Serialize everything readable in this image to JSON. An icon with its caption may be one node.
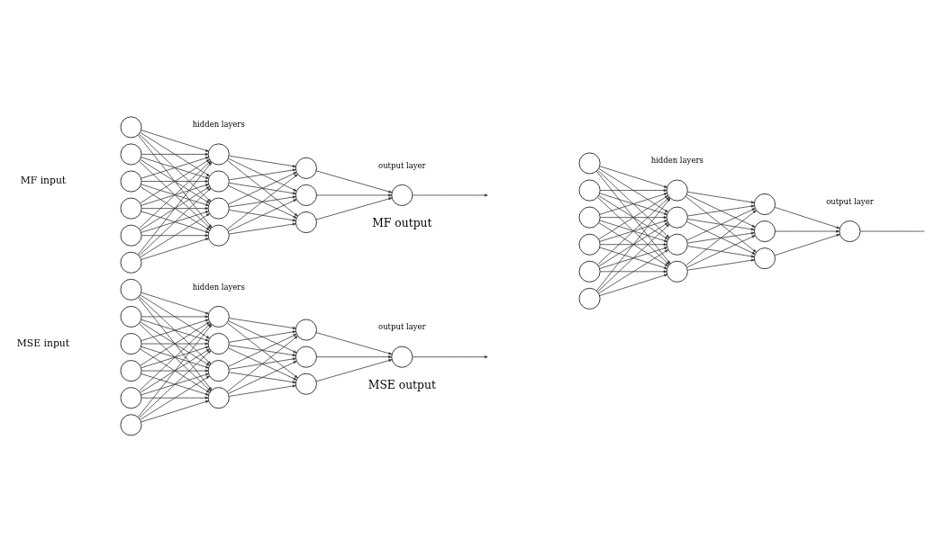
{
  "diagram": {
    "nodes": [
      {
        "text": [],
        "shape": "circle"
      },
      {
        "text": [],
        "shape": "circle"
      },
      {
        "text": [],
        "shape": "circle"
      },
      {
        "text": [],
        "shape": "circle"
      },
      {
        "text": [],
        "shape": "circle"
      },
      {
        "text": [],
        "shape": "circle"
      },
      {
        "text": [],
        "shape": "circle"
      },
      {
        "text": [],
        "shape": "circle"
      },
      {
        "text": [],
        "shape": "circle"
      },
      {
        "text": [],
        "shape": "circle"
      },
      {
        "text": [],
        "shape": "circle"
      },
      {
        "text": [],
        "shape": "circle"
      },
      {
        "text": [],
        "shape": "circle"
      },
      {
        "text": [],
        "shape": "circle",
        "beside": [
          "MF output"
        ]
      },
      {
        "text": [],
        "shape": "circle"
      },
      {
        "text": [],
        "shape": "circle"
      },
      {
        "text": [],
        "shape": "circle"
      },
      {
        "text": [],
        "shape": "circle"
      },
      {
        "text": [],
        "shape": "circle"
      },
      {
        "text": [],
        "shape": "circle"
      },
      {
        "text": [],
        "shape": "circle"
      },
      {
        "text": [],
        "shape": "circle"
      },
      {
        "text": [],
        "shape": "circle"
      },
      {
        "text": [],
        "shape": "circle"
      },
      {
        "text": [],
        "shape": "circle"
      },
      {
        "text": [],
        "shape": "circle"
      },
      {
        "text": [],
        "shape": "circle"
      },
      {
        "text": [],
        "shape": "circle",
        "beside": [
          "MSE output"
        ]
      },
      {
        "text": [],
        "shape": "circle"
      },
      {
        "text": [],
        "shape": "circle"
      },
      {
        "text": [],
        "shape": "circle"
      },
      {
        "text": [],
        "shape": "circle"
      },
      {
        "text": [],
        "shape": "circle"
      },
      {
        "text": [],
        "shape": "circle"
      },
      {
        "text": [],
        "shape": "circle"
      },
      {
        "text": [],
        "shape": "circle"
      },
      {
        "text": [],
        "shape": "circle"
      },
      {
        "text": [],
        "shape": "circle"
      },
      {
        "text": [],
        "shape": "circle"
      },
      {
        "text": [],
        "shape": "circle"
      },
      {
        "text": [],
        "shape": "circle"
      },
      {
        "text": [],
        "shape": "circle"
      }
    ],
    "edges": [
      {
        "from": 0,
        "to": 6,
        "arrow": "to"
      },
      {
        "from": 0,
        "to": 7,
        "arrow": "to"
      },
      {
        "from": 0,
        "to": 8,
        "arrow": "to"
      },
      {
        "from": 0,
        "to": 9,
        "arrow": "to"
      },
      {
        "from": 1,
        "to": 6,
        "arrow": "to"
      },
      {
        "from": 1,
        "to": 7,
        "arrow": "to"
      },
      {
        "from": 1,
        "to": 8,
        "arrow": "to"
      },
      {
        "from": 1,
        "to": 9,
        "arrow": "to"
      },
      {
        "from": 2,
        "to": 6,
        "arrow": "to"
      },
      {
        "from": 2,
        "to": 7,
        "arrow": "to"
      },
      {
        "from": 2,
        "to": 8,
        "arrow": "to"
      },
      {
        "from": 2,
        "to": 9,
        "arrow": "to"
      },
      {
        "from": 3,
        "to": 6,
        "arrow": "to"
      },
      {
        "from": 3,
        "to": 7,
        "arrow": "to"
      },
      {
        "from": 3,
        "to": 8,
        "arrow": "to"
      },
      {
        "from": 3,
        "to": 9,
        "arrow": "to"
      },
      {
        "from": 4,
        "to": 6,
        "arrow": "to"
      },
      {
        "from": 4,
        "to": 7,
        "arrow": "to"
      },
      {
        "from": 4,
        "to": 8,
        "arrow": "to"
      },
      {
        "from": 4,
        "to": 9,
        "arrow": "to"
      },
      {
        "from": 5,
        "to": 6,
        "arrow": "to"
      },
      {
        "from": 5,
        "to": 7,
        "arrow": "to"
      },
      {
        "from": 5,
        "to": 8,
        "arrow": "to"
      },
      {
        "from": 5,
        "to": 9,
        "arrow": "to"
      },
      {
        "from": 6,
        "to": 10,
        "arrow": "to"
      },
      {
        "from": 6,
        "to": 11,
        "arrow": "to"
      },
      {
        "from": 6,
        "to": 12,
        "arrow": "to"
      },
      {
        "from": 7,
        "to": 10,
        "arrow": "to"
      },
      {
        "from": 7,
        "to": 11,
        "arrow": "to"
      },
      {
        "from": 7,
        "to": 12,
        "arrow": "to"
      },
      {
        "from": 8,
        "to": 10,
        "arrow": "to"
      },
      {
        "from": 8,
        "to": 11,
        "arrow": "to"
      },
      {
        "from": 8,
        "to": 12,
        "arrow": "to"
      },
      {
        "from": 9,
        "to": 10,
        "arrow": "to"
      },
      {
        "from": 9,
        "to": 11,
        "arrow": "to"
      },
      {
        "from": 9,
        "to": 12,
        "arrow": "to"
      },
      {
        "from": 10,
        "to": 13,
        "arrow": "to"
      },
      {
        "from": 11,
        "to": 13,
        "arrow": "to"
      },
      {
        "from": 12,
        "to": 13,
        "arrow": "to"
      },
      {
        "from": 13,
        "to": null,
        "arrow": "to"
      },
      {
        "from": 14,
        "to": 20,
        "arrow": "to"
      },
      {
        "from": 14,
        "to": 21,
        "arrow": "to"
      },
      {
        "from": 14,
        "to": 22,
        "arrow": "to"
      },
      {
        "from": 14,
        "to": 23,
        "arrow": "to"
      },
      {
        "from": 15,
        "to": 20,
        "arrow": "to"
      },
      {
        "from": 15,
        "to": 21,
        "arrow": "to"
      },
      {
        "from": 15,
        "to": 22,
        "arrow": "to"
      },
      {
        "from": 15,
        "to": 23,
        "arrow": "to"
      },
      {
        "from": 16,
        "to": 20,
        "arrow": "to"
      },
      {
        "from": 16,
        "to": 21,
        "arrow": "to"
      },
      {
        "from": 16,
        "to": 22,
        "arrow": "to"
      },
      {
        "from": 16,
        "to": 23,
        "arrow": "to"
      },
      {
        "from": 17,
        "to": 20,
        "arrow": "to"
      },
      {
        "from": 17,
        "to": 21,
        "arrow": "to"
      },
      {
        "from": 17,
        "to": 22,
        "arrow": "to"
      },
      {
        "from": 17,
        "to": 23,
        "arrow": "to"
      },
      {
        "from": 18,
        "to": 20,
        "arrow": "to"
      },
      {
        "from": 18,
        "to": 21,
        "arrow": "to"
      },
      {
        "from": 18,
        "to": 22,
        "arrow": "to"
      },
      {
        "from": 18,
        "to": 23,
        "arrow": "to"
      },
      {
        "from": 19,
        "to": 20,
        "arrow": "to"
      },
      {
        "from": 19,
        "to": 21,
        "arrow": "to"
      },
      {
        "from": 19,
        "to": 22,
        "arrow": "to"
      },
      {
        "from": 19,
        "to": 23,
        "arrow": "to"
      },
      {
        "from": 20,
        "to": 24,
        "arrow": "to"
      },
      {
        "from": 20,
        "to": 25,
        "arrow": "to"
      },
      {
        "from": 20,
        "to": 26,
        "arrow": "to"
      },
      {
        "from": 21,
        "to": 24,
        "arrow": "to"
      },
      {
        "from": 21,
        "to": 25,
        "arrow": "to"
      },
      {
        "from": 21,
        "to": 26,
        "arrow": "to"
      },
      {
        "from": 22,
        "to": 24,
        "arrow": "to"
      },
      {
        "from": 22,
        "to": 25,
        "arrow": "to"
      },
      {
        "from": 22,
        "to": 26,
        "arrow": "to"
      },
      {
        "from": 23,
        "to": 24,
        "arrow": "to"
      },
      {
        "from": 23,
        "to": 25,
        "arrow": "to"
      },
      {
        "from": 23,
        "to": 26,
        "arrow": "to"
      },
      {
        "from": 24,
        "to": 27,
        "arrow": "to"
      },
      {
        "from": 25,
        "to": 27,
        "arrow": "to"
      },
      {
        "from": 26,
        "to": 27,
        "arrow": "to"
      },
      {
        "from": 27,
        "to": null,
        "arrow": "to"
      },
      {
        "from": 28,
        "to": 34,
        "arrow": "to"
      },
      {
        "from": 28,
        "to": 35,
        "arrow": "to"
      },
      {
        "from": 28,
        "to": 36,
        "arrow": "to"
      },
      {
        "from": 28,
        "to": 37,
        "arrow": "to"
      },
      {
        "from": 29,
        "to": 34,
        "arrow": "to"
      },
      {
        "from": 29,
        "to": 35,
        "arrow": "to"
      },
      {
        "from": 29,
        "to": 36,
        "arrow": "to"
      },
      {
        "from": 29,
        "to": 37,
        "arrow": "to"
      },
      {
        "from": 30,
        "to": 34,
        "arrow": "to"
      },
      {
        "from": 30,
        "to": 35,
        "arrow": "to"
      },
      {
        "from": 30,
        "to": 36,
        "arrow": "to"
      },
      {
        "from": 30,
        "to": 37,
        "arrow": "to"
      },
      {
        "from": 31,
        "to": 34,
        "arrow": "to"
      },
      {
        "from": 31,
        "to": 35,
        "arrow": "to"
      },
      {
        "from": 31,
        "to": 36,
        "arrow": "to"
      },
      {
        "from": 31,
        "to": 37,
        "arrow": "to"
      },
      {
        "from": 32,
        "to": 34,
        "arrow": "to"
      },
      {
        "from": 32,
        "to": 35,
        "arrow": "to"
      },
      {
        "from": 32,
        "to": 36,
        "arrow": "to"
      },
      {
        "from": 32,
        "to": 37,
        "arrow": "to"
      },
      {
        "from": 33,
        "to": 34,
        "arrow": "to"
      },
      {
        "from": 33,
        "to": 35,
        "arrow": "to"
      },
      {
        "from": 33,
        "to": 36,
        "arrow": "to"
      },
      {
        "from": 33,
        "to": 37,
        "arrow": "to"
      },
      {
        "from": 34,
        "to": 38,
        "arrow": "to"
      },
      {
        "from": 34,
        "to": 39,
        "arrow": "to"
      },
      {
        "from": 34,
        "to": 40,
        "arrow": "to"
      },
      {
        "from": 35,
        "to": 38,
        "arrow": "to"
      },
      {
        "from": 35,
        "to": 39,
        "arrow": "to"
      },
      {
        "from": 35,
        "to": 40,
        "arrow": "to"
      },
      {
        "from": 36,
        "to": 38,
        "arrow": "to"
      },
      {
        "from": 36,
        "to": 39,
        "arrow": "to"
      },
      {
        "from": 36,
        "to": 40,
        "arrow": "to"
      },
      {
        "from": 37,
        "to": 38,
        "arrow": "to"
      },
      {
        "from": 37,
        "to": 39,
        "arrow": "to"
      },
      {
        "from": 37,
        "to": 40,
        "arrow": "to"
      },
      {
        "from": 38,
        "to": 41,
        "arrow": "to"
      },
      {
        "from": 39,
        "to": 41,
        "arrow": "to"
      },
      {
        "from": 40,
        "to": 41,
        "arrow": "to"
      },
      {
        "from": 41,
        "to": null,
        "arrow": "none"
      }
    ],
    "labels": [
      "hidden layers",
      "output layer",
      "MF input",
      "hidden layers",
      "output layer",
      "hidden layers",
      "output layer",
      "MSE input"
    ]
  }
}
